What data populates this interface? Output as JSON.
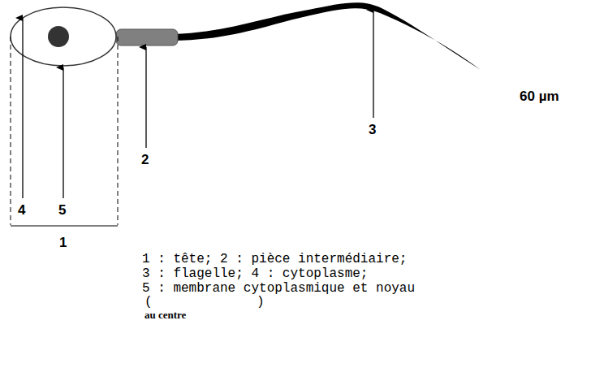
{
  "diagram": {
    "labels": [
      "4",
      "5",
      "1",
      "2",
      "3",
      "60 µm",
      "1 : tête; 2 : pièce intermédiaire;",
      "3 : flagelle; 4 : cytoplasme;",
      "5 : membrane cytoplasmique et noyau",
      "(",
      ")",
      "au centre"
    ]
  }
}
